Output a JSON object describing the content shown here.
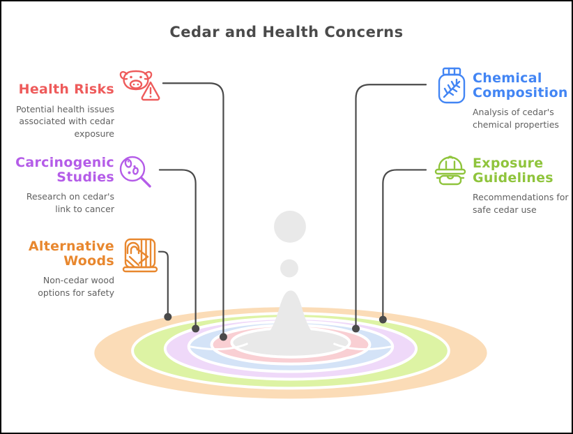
{
  "title": "Cedar and Health Concerns",
  "theme": {
    "background": "#ffffff",
    "border_color": "#000000",
    "connector_color": "#4a4a4a",
    "title_color": "#4a4a4a",
    "description_color": "#606060"
  },
  "topics": [
    {
      "id": "health-risks",
      "side": "left",
      "title": "Health Risks",
      "description": "Potential health issues associated with cedar exposure",
      "color": "#ee5b5b",
      "icon": "cow-warning-icon"
    },
    {
      "id": "carcinogenic-studies",
      "side": "left",
      "title": "Carcinogenic Studies",
      "description": "Research on cedar's link to cancer",
      "color": "#b45ce8",
      "icon": "magnifier-cells-icon"
    },
    {
      "id": "alternative-woods",
      "side": "left",
      "title": "Alternative Woods",
      "description": "Non-cedar wood options for safety",
      "color": "#e8872e",
      "icon": "lumber-stack-icon"
    },
    {
      "id": "chemical-composition",
      "side": "right",
      "title": "Chemical Composition",
      "description": "Analysis of cedar's chemical properties",
      "color": "#4285f4",
      "icon": "specimen-jar-icon"
    },
    {
      "id": "exposure-guidelines",
      "side": "right",
      "title": "Exposure Guidelines",
      "description": "Recommendations for safe cedar use",
      "color": "#8fc43c",
      "icon": "safety-gear-icon"
    }
  ],
  "splash": {
    "rings": [
      {
        "name": "outer-ring",
        "color": "#fbdcb7"
      },
      {
        "name": "ring-2",
        "color": "#ddf3a4"
      },
      {
        "name": "ring-3",
        "color": "#efd9f9"
      },
      {
        "name": "ring-4",
        "color": "#d4e3f7"
      },
      {
        "name": "ring-5",
        "color": "#f9cfd3"
      },
      {
        "name": "center-pool",
        "color": "#e9e9e9"
      }
    ],
    "droplet_color": "#e9e9e9"
  }
}
